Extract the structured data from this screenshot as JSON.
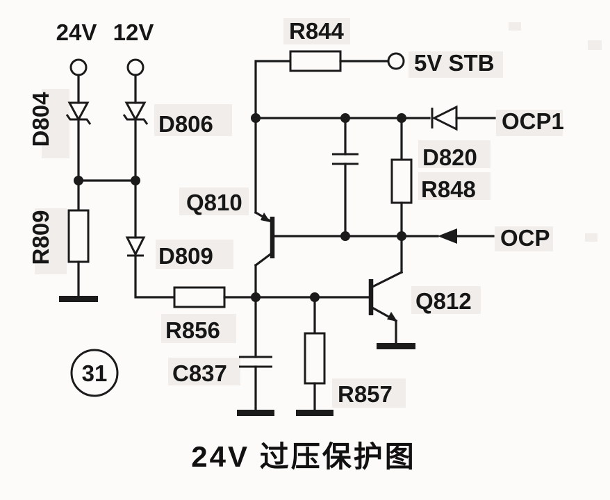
{
  "diagram": {
    "title": "24V 过压保护图",
    "badge": "31",
    "power_labels": {
      "v24": "24V",
      "v12": "12V",
      "stb": "5V STB"
    },
    "signals": {
      "ocp1": "OCP1",
      "ocp": "OCP"
    },
    "components": {
      "d804": "D804",
      "d806": "D806",
      "d809": "D809",
      "d820": "D820",
      "r809": "R809",
      "r844": "R844",
      "r848": "R848",
      "r856": "R856",
      "r857": "R857",
      "q810": "Q810",
      "q812": "Q812",
      "c837": "C837"
    },
    "colors": {
      "line": "#1b1b1b",
      "background": "#fcfbf9"
    }
  }
}
